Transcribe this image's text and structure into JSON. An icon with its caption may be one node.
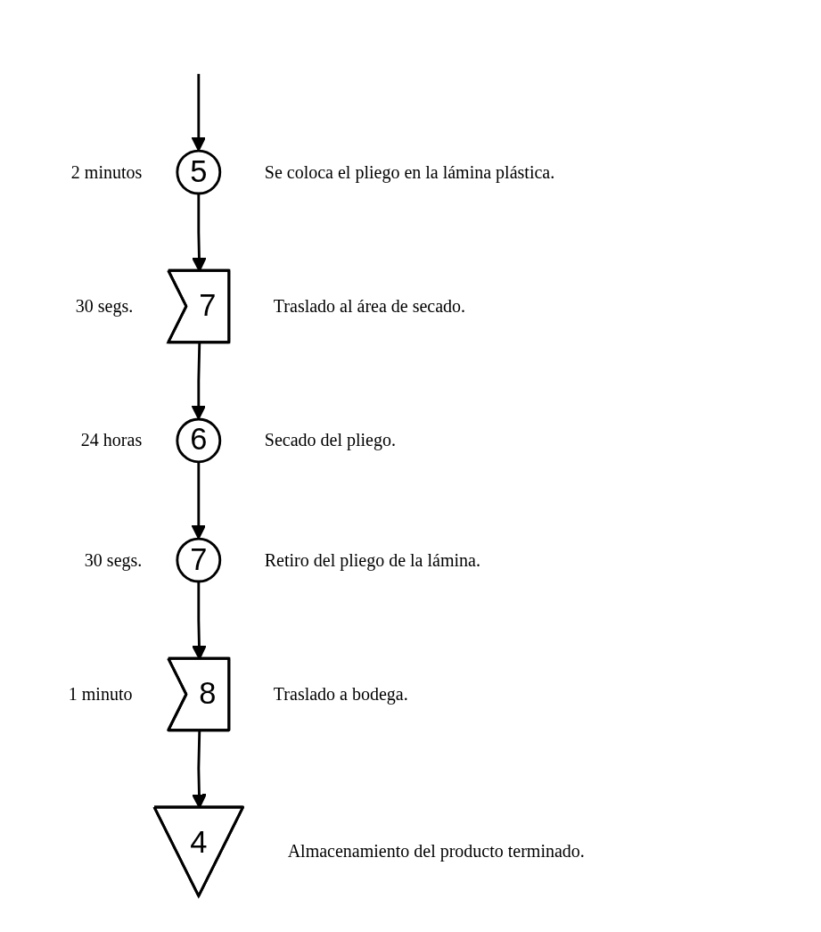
{
  "diagram": {
    "nodes": [
      {
        "text": [
          "5"
        ],
        "beside": [
          "2 minutos",
          "Se coloca el pliego en la lámina plástica."
        ]
      },
      {
        "text": [
          "7"
        ],
        "beside": [
          "30 segs.",
          "Traslado al área de secado."
        ]
      },
      {
        "text": [
          "6"
        ],
        "beside": [
          "24 horas",
          "Secado del pliego."
        ]
      },
      {
        "text": [
          "7"
        ],
        "beside": [
          "30 segs.",
          "Retiro del pliego de la lámina."
        ]
      },
      {
        "text": [
          "8"
        ],
        "beside": [
          "1 minuto",
          "Traslado a bodega."
        ]
      },
      {
        "text": [
          "4"
        ],
        "beside": [
          "Almacenamiento del producto terminado."
        ]
      }
    ],
    "edges": [
      {
        "from": null,
        "to": 0,
        "arrow": "to"
      },
      {
        "from": 0,
        "to": 1,
        "arrow": "to"
      },
      {
        "from": 1,
        "to": 2,
        "arrow": "to"
      },
      {
        "from": 2,
        "to": 3,
        "arrow": "to"
      },
      {
        "from": 3,
        "to": 4,
        "arrow": "to"
      },
      {
        "from": 4,
        "to": 5,
        "arrow": "to"
      }
    ]
  }
}
